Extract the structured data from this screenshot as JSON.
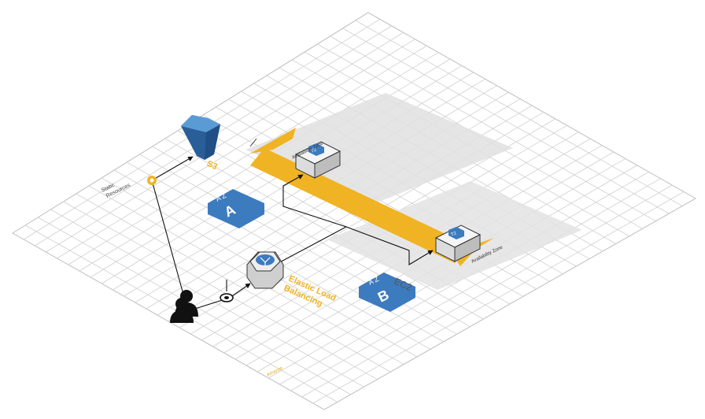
{
  "labels": {
    "static_resources": "Static\nResources",
    "s3": "S3",
    "az_a_prefix": "A Z",
    "az_a_letter": "A",
    "az_b_prefix": "A Z",
    "az_b_letter": "B",
    "elb": "Elastic Load\nBalancing",
    "ec2": "EC2",
    "zone_a_caption": "Availability Zone",
    "zone_b_caption": "Availability Zone",
    "instance_a_badge": "T2",
    "instance_b_badge": "T2",
    "amazon": "Amazon"
  },
  "colors": {
    "grid": "#cfcfcf",
    "accent": "#f0b323",
    "aws_blue": "#3d7bbf",
    "aws_dark": "#2a5e98",
    "zone_gray": "#e3e3e3"
  },
  "icons": {
    "s3": "bucket-icon",
    "users": "users-icon",
    "elb": "load-balancer-icon",
    "instances": "server-icon",
    "endpoint": "globe-endpoint-icon"
  }
}
